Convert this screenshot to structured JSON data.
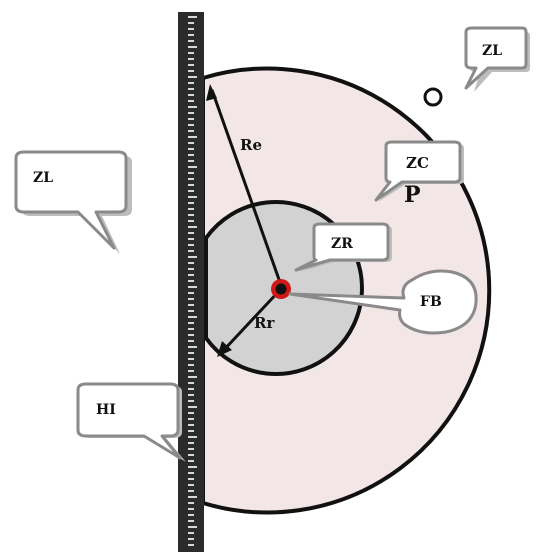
{
  "labels": {
    "zl_outer": "ZL",
    "zl_left": "ZL",
    "zc": "ZC",
    "p": "P",
    "zr": "ZR",
    "fb": "FB",
    "hi": "HI",
    "re": "Re",
    "rr": "Rr"
  },
  "colors": {
    "outer_zone": "#f2e6e6",
    "inner_zone": "#d2d2d2",
    "wall": "#2b2b2b",
    "center": "#d01818",
    "stroke": "#111111"
  }
}
